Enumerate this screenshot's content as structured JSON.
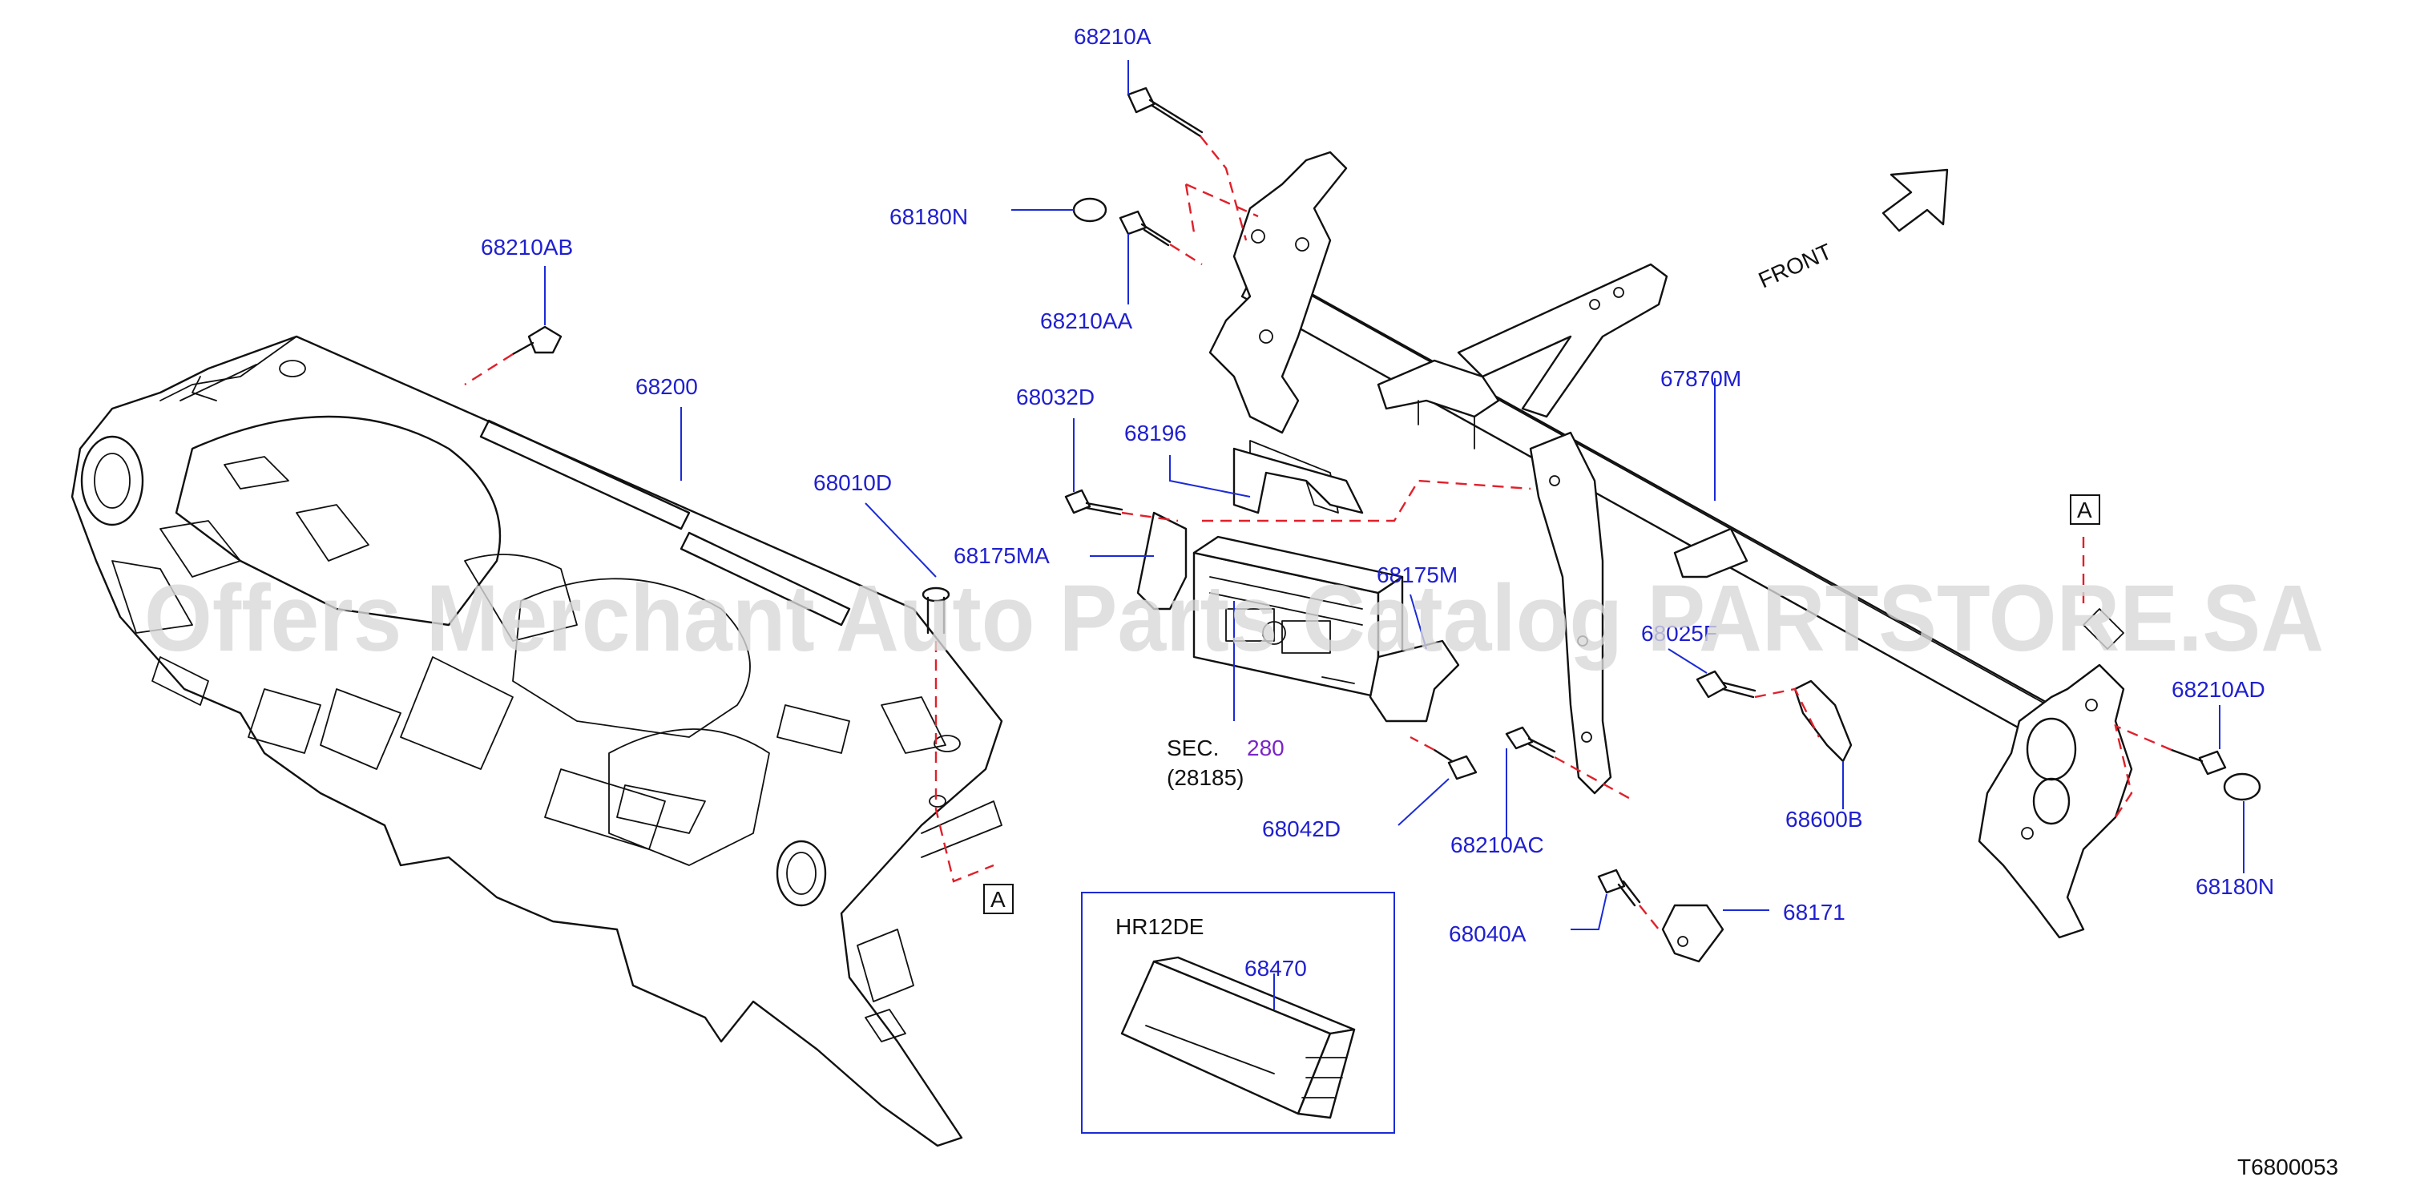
{
  "watermark": "Offers Merchant Auto Parts Catalog PARTSTORE.SA",
  "front_label": "FRONT",
  "diagram_code": "T6800053",
  "reference": {
    "prefix": "SEC.",
    "section": "280",
    "part": "(28185)"
  },
  "inset": {
    "title": "HR12DE",
    "part": "68470"
  },
  "markers": {
    "a_left": "A",
    "a_right": "A"
  },
  "parts": {
    "p68210A": "68210A",
    "p68180N_top": "68180N",
    "p68210AA": "68210AA",
    "p68210AB": "68210AB",
    "p68200": "68200",
    "p68032D": "68032D",
    "p68196": "68196",
    "p68010D": "68010D",
    "p68175MA": "68175MA",
    "p68175M": "68175M",
    "p67870M": "67870M",
    "p68025F": "68025F",
    "p68210AD": "68210AD",
    "p68042D": "68042D",
    "p68210AC": "68210AC",
    "p68600B": "68600B",
    "p68180N_right": "68180N",
    "p68040A": "68040A",
    "p68171": "68171"
  }
}
